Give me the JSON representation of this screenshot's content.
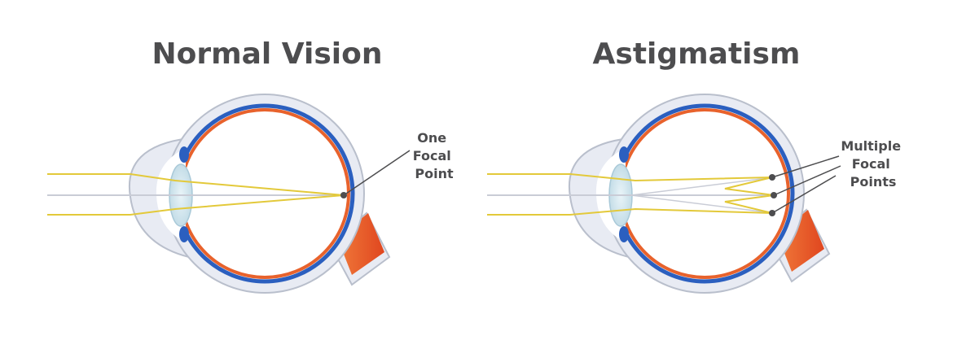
{
  "panels": [
    {
      "title": "Normal Vision",
      "label_lines": [
        "One",
        "Focal",
        "Point"
      ]
    },
    {
      "title": "Astigmatism",
      "label_lines": [
        "Multiple",
        "Focal",
        "Points"
      ]
    }
  ],
  "colors": {
    "title_text": "#4d4d4f",
    "sclera_fill": "#e8ebf3",
    "sclera_stroke": "#b9bfcc",
    "choroid_blue": "#2b5fbf",
    "retina_orange": "#e8622c",
    "optic_nerve": "#e8622c",
    "lens": "#cfe4ee",
    "light_ray": "#e3c93a",
    "axis_line": "#c9ccd6",
    "pointer": "#4d4d4f"
  }
}
